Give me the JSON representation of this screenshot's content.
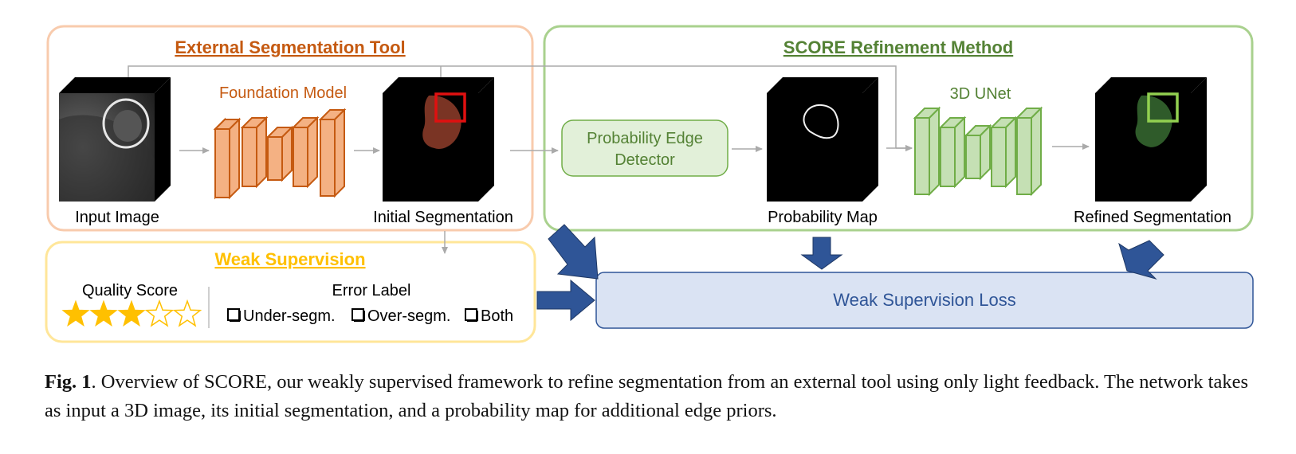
{
  "external_tool": {
    "title": "External Segmentation Tool",
    "foundation_model": "Foundation Model",
    "input_image": "Input Image",
    "initial_segmentation": "Initial Segmentation"
  },
  "score": {
    "title": "SCORE Refinement Method",
    "edge_detector_line1": "Probability Edge",
    "edge_detector_line2": "Detector",
    "unet": "3D UNet",
    "probability_map": "Probability Map",
    "refined_segmentation": "Refined Segmentation"
  },
  "weak": {
    "title": "Weak Supervision",
    "quality_score": "Quality Score",
    "stars_filled": 3,
    "stars_total": 5,
    "error_label": "Error Label",
    "opt_under": "Under-segm.",
    "opt_over": "Over-segm.",
    "opt_both": "Both"
  },
  "loss": {
    "label": "Weak Supervision Loss"
  },
  "caption": {
    "fig": "Fig. 1",
    "text": ". Overview of SCORE, our weakly supervised framework to refine segmentation from an external tool using only light feedback. The network takes as input a 3D image, its initial segmentation, and a probability map for additional edge priors."
  },
  "colors": {
    "orange": "#C55A11",
    "orange_border": "#F8CBAD",
    "green": "#548235",
    "green_border": "#A9D18E",
    "yellow": "#FFC000",
    "yellow_border": "#FFE699",
    "blue": "#2F5597",
    "blue_fill": "#DAE3F3"
  }
}
